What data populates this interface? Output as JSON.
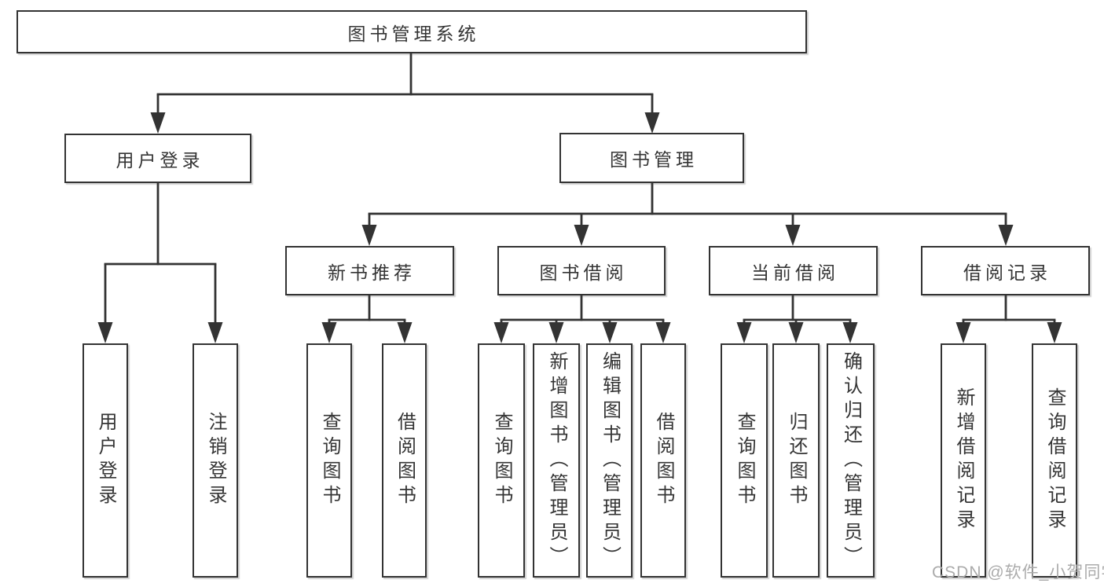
{
  "diagram": {
    "tree": {
      "label": "图书管理系统",
      "children": [
        {
          "label": "用户登录",
          "children": [
            {
              "label": "用户登录"
            },
            {
              "label": "注销登录"
            }
          ]
        },
        {
          "label": "图书管理",
          "children": [
            {
              "label": "新书推荐",
              "children": [
                {
                  "label": "查询图书"
                },
                {
                  "label": "借阅图书"
                }
              ]
            },
            {
              "label": "图书借阅",
              "children": [
                {
                  "label": "查询图书"
                },
                {
                  "label": "新增图书（管理员）"
                },
                {
                  "label": "编辑图书（管理员）"
                },
                {
                  "label": "借阅图书"
                }
              ]
            },
            {
              "label": "当前借阅",
              "children": [
                {
                  "label": "查询图书"
                },
                {
                  "label": "归还图书"
                },
                {
                  "label": "确认归还（管理员）"
                }
              ]
            },
            {
              "label": "借阅记录",
              "children": [
                {
                  "label": "新增借阅记录"
                },
                {
                  "label": "查询借阅记录"
                }
              ]
            }
          ]
        }
      ]
    },
    "colors": {
      "line": "#333333",
      "text": "#353535",
      "background": "#ffffff",
      "watermark": "#ababab"
    },
    "watermark": {
      "text": "CSDN @软件_小贺同学"
    }
  }
}
